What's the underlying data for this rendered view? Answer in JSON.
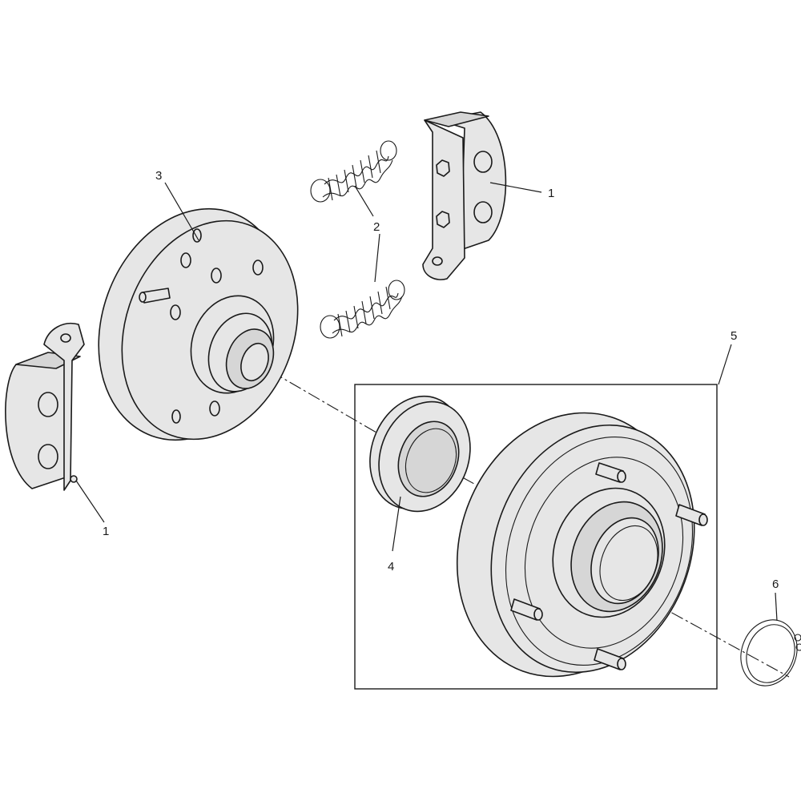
{
  "diagram": {
    "callouts": {
      "c1a": "1",
      "c1b": "1",
      "c2": "2",
      "c3": "3",
      "c4": "4",
      "c5": "5",
      "c6": "6"
    },
    "colors": {
      "stroke": "#1a1a1a",
      "part_fill": "#e6e6e6",
      "background": "#ffffff"
    }
  }
}
